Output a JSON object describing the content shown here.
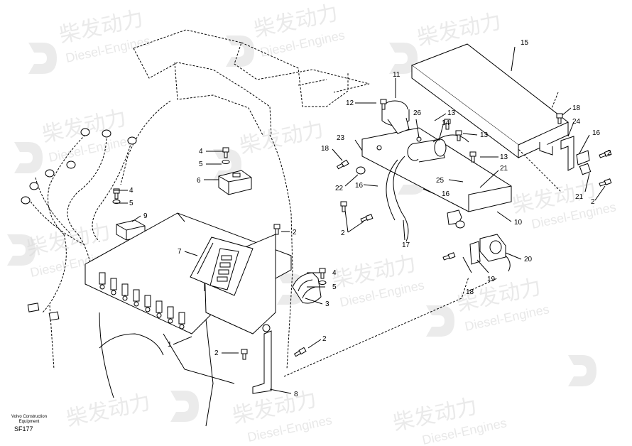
{
  "watermark": {
    "cn": "柴发动力",
    "en": "Diesel-Engines"
  },
  "caption": {
    "line1": "Volvo Construction",
    "line2": "Equipment",
    "code": "SF177"
  },
  "callouts": {
    "c1": "1",
    "c2a": "2",
    "c2b": "2",
    "c2c": "2",
    "c2d": "2",
    "c2e": "2",
    "c2f": "2",
    "c3": "3",
    "c4a": "4",
    "c4b": "4",
    "c4c": "4",
    "c5a": "5",
    "c5b": "5",
    "c5c": "5",
    "c6": "6",
    "c7": "7",
    "c8": "8",
    "c9": "9",
    "c10": "10",
    "c11": "11",
    "c12": "12",
    "c13a": "13",
    "c13b": "13",
    "c13c": "13",
    "c14": "14",
    "c15": "15",
    "c16a": "16",
    "c16b": "16",
    "c16c": "16",
    "c17": "17",
    "c18a": "18",
    "c18b": "18",
    "c18c": "18",
    "c19": "19",
    "c20": "20",
    "c21a": "21",
    "c21b": "21",
    "c22": "22",
    "c23": "23",
    "c24": "24",
    "c25": "25",
    "c26": "26"
  }
}
